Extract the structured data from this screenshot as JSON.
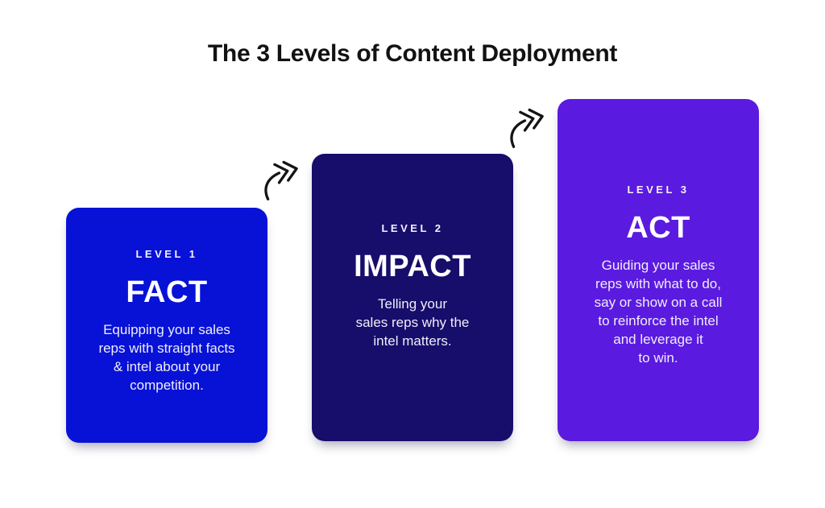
{
  "title": "The 3 Levels of Content Deployment",
  "cards": [
    {
      "level": "LEVEL 1",
      "word": "FACT",
      "body": "Equipping your sales\nreps with straight facts\n& intel about your\ncompetition.",
      "bg": "#0712d6"
    },
    {
      "level": "LEVEL 2",
      "word": "IMPACT",
      "body": "Telling your\nsales reps why the\nintel matters.",
      "bg": "#170d6b"
    },
    {
      "level": "LEVEL 3",
      "word": "ACT",
      "body": "Guiding your sales\nreps with what to do,\nsay or show on a call\nto reinforce the intel\nand leverage it\nto win.",
      "bg": "#5b1adf"
    }
  ],
  "colors": {
    "background": "#ffffff",
    "title_text": "#121212",
    "card_text": "#ffffff",
    "arrow": "#141414",
    "card1_bg": "#0712d6",
    "card2_bg": "#170d6b",
    "card3_bg": "#5b1adf"
  },
  "arrows": [
    {
      "icon": "curved-double-chevron-arrow",
      "direction": "up-right"
    },
    {
      "icon": "curved-double-chevron-arrow",
      "direction": "up-right"
    }
  ]
}
